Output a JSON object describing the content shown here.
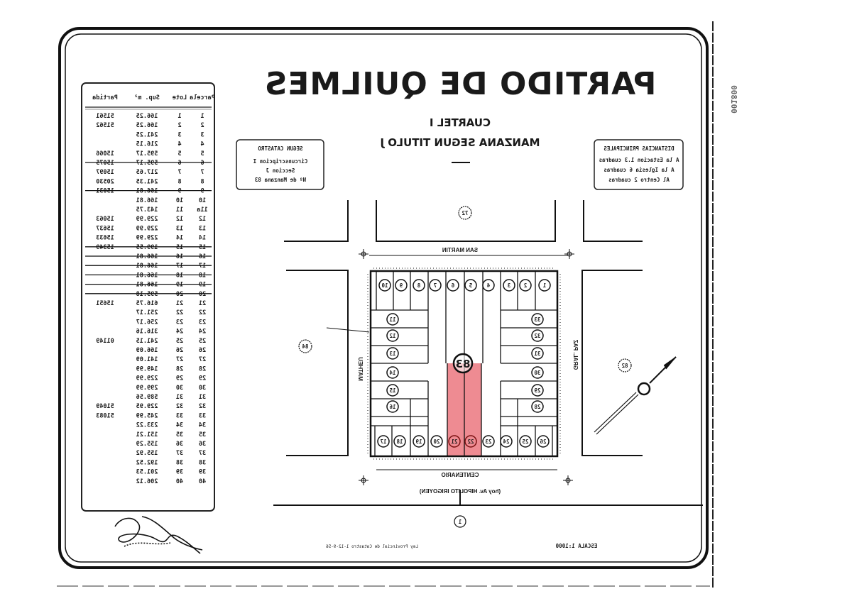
{
  "header": {
    "title": "PARTIDO DE QUILMES",
    "cuartel": "CUARTEL I",
    "manzana": "MANZANA SEGUN TITULO J"
  },
  "catastro_box": {
    "heading": "SEGUN CATASTRO",
    "lines": [
      "Circunscripcion I",
      "Seccion J",
      "Nº de Manzana 83"
    ]
  },
  "distancias_box": {
    "heading": "DISTANCIAS PRINCIPALES",
    "lines": [
      "A la Estacion 1.3 cuadras",
      "A la Iglesia 6 cuadras",
      "Al Centro 2 cuadras"
    ]
  },
  "table": {
    "headers": [
      "Partida",
      "Sup. m²",
      "Lote",
      "Parcela"
    ],
    "rows": [
      {
        "cells": [
          "51561",
          "166.25",
          "1",
          "1"
        ],
        "struck": false
      },
      {
        "cells": [
          "51562",
          "166.25",
          "2",
          "2"
        ],
        "struck": false
      },
      {
        "cells": [
          "",
          "241.25",
          "3",
          "3"
        ],
        "struck": false
      },
      {
        "cells": [
          "",
          "216.15",
          "4",
          "4"
        ],
        "struck": false
      },
      {
        "cells": [
          "15066",
          "595.17",
          "5",
          "5"
        ],
        "struck": false
      },
      {
        "cells": [
          "15075",
          "595.17",
          "6",
          "6"
        ],
        "struck": true
      },
      {
        "cells": [
          "15097",
          "217.65",
          "7",
          "7"
        ],
        "struck": false
      },
      {
        "cells": [
          "20530",
          "241.35",
          "8",
          "8"
        ],
        "struck": false
      },
      {
        "cells": [
          "15031",
          "166.81",
          "9",
          "9"
        ],
        "struck": true
      },
      {
        "cells": [
          "",
          "166.81",
          "10",
          "10"
        ],
        "struck": false
      },
      {
        "cells": [
          "",
          "143.75",
          "11",
          "11a"
        ],
        "struck": false
      },
      {
        "cells": [
          "15063",
          "229.99",
          "12",
          "12"
        ],
        "struck": false
      },
      {
        "cells": [
          "15637",
          "229.99",
          "13",
          "13"
        ],
        "struck": false
      },
      {
        "cells": [
          "15633",
          "229.99",
          "14",
          "14"
        ],
        "struck": false
      },
      {
        "cells": [
          "15349",
          "199.55",
          "15",
          "15"
        ],
        "struck": true
      },
      {
        "cells": [
          "",
          "166.81",
          "16",
          "16"
        ],
        "struck": true
      },
      {
        "cells": [
          "",
          "166.81",
          "17",
          "17"
        ],
        "struck": true
      },
      {
        "cells": [
          "",
          "166.81",
          "18",
          "18"
        ],
        "struck": true
      },
      {
        "cells": [
          "",
          "166.81",
          "19",
          "19"
        ],
        "struck": true
      },
      {
        "cells": [
          "",
          "595.18",
          "20",
          "20"
        ],
        "struck": true
      },
      {
        "cells": [
          "15651",
          "616.75",
          "21",
          "21"
        ],
        "struck": false
      },
      {
        "cells": [
          "",
          "251.17",
          "22",
          "22"
        ],
        "struck": false
      },
      {
        "cells": [
          "",
          "256.17",
          "23",
          "23"
        ],
        "struck": false
      },
      {
        "cells": [
          "",
          "316.16",
          "24",
          "24"
        ],
        "struck": false
      },
      {
        "cells": [
          "01149",
          "241.15",
          "25",
          "25"
        ],
        "struck": false
      },
      {
        "cells": [
          "",
          "166.09",
          "26",
          "26"
        ],
        "struck": false
      },
      {
        "cells": [
          "",
          "141.09",
          "27",
          "27"
        ],
        "struck": false
      },
      {
        "cells": [
          "",
          "149.99",
          "28",
          "28"
        ],
        "struck": false
      },
      {
        "cells": [
          "",
          "229.99",
          "29",
          "29"
        ],
        "struck": false
      },
      {
        "cells": [
          "",
          "299.99",
          "30",
          "30"
        ],
        "struck": false
      },
      {
        "cells": [
          "",
          "589.56",
          "31",
          "31"
        ],
        "struck": false
      },
      {
        "cells": [
          "51049",
          "229.95",
          "32",
          "32"
        ],
        "struck": false
      },
      {
        "cells": [
          "51083",
          "245.99",
          "33",
          "33"
        ],
        "struck": false
      },
      {
        "cells": [
          "",
          "233.22",
          "34",
          "34"
        ],
        "struck": false
      },
      {
        "cells": [
          "",
          "151.21",
          "35",
          "35"
        ],
        "struck": false
      },
      {
        "cells": [
          "",
          "155.29",
          "36",
          "36"
        ],
        "struck": false
      },
      {
        "cells": [
          "",
          "155.92",
          "37",
          "37"
        ],
        "struck": false
      },
      {
        "cells": [
          "",
          "192.52",
          "38",
          "38"
        ],
        "struck": false
      },
      {
        "cells": [
          "",
          "201.53",
          "39",
          "39"
        ],
        "struck": false
      },
      {
        "cells": [
          "",
          "206.12",
          "40",
          "40"
        ],
        "struck": false
      }
    ]
  },
  "map": {
    "manzana_number": "83",
    "adjacent_blocks": {
      "north": "72",
      "west": "84",
      "east": "82",
      "south": "1"
    },
    "streets": {
      "north": "SAN MARTIN",
      "south": "CENTENARIO",
      "south_note": "(hoy Av. HIPOLITO IRIGOYEN)",
      "west": "MATHEU",
      "east": "GRAL. PAZ"
    },
    "lots": {
      "top": [
        "10",
        "9",
        "8",
        "7",
        "6",
        "5",
        "4",
        "3",
        "2",
        "1"
      ],
      "left": [
        "11",
        "12",
        "13",
        "14",
        "15",
        "16"
      ],
      "bottom": [
        "17",
        "18",
        "19",
        "20",
        "21",
        "22",
        "23",
        "24",
        "25",
        "26"
      ],
      "right": [
        "33",
        "32",
        "31",
        "30",
        "29",
        "28"
      ]
    },
    "highlighted_lots": [
      "21",
      "22"
    ],
    "highlight_color": "#e8646e"
  },
  "footer": {
    "law_note": "Ley Provincial de Catastro 1-12-9-56",
    "scale": "ESCALA 1:1000",
    "margin_code": "001800"
  },
  "colors": {
    "ink": "#1a1a1a",
    "paper": "#ffffff",
    "highlight": "#e8646e"
  }
}
